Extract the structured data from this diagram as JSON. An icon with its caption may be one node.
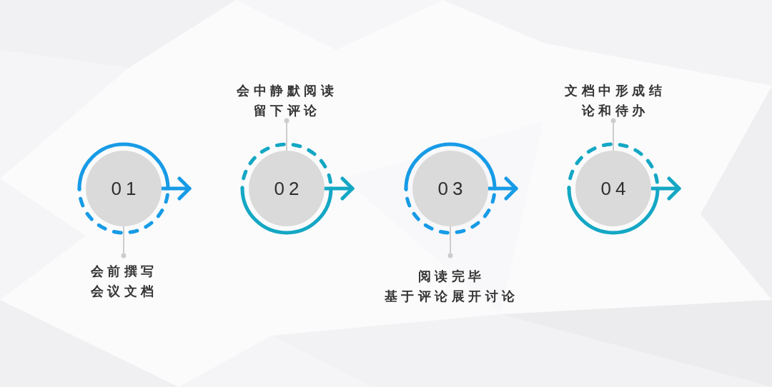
{
  "diagram": {
    "nodes": [
      {
        "text": [
          "01"
        ]
      },
      {
        "text": [
          "会前撰写会议文档"
        ]
      },
      {
        "text": [
          "02"
        ]
      },
      {
        "text": [
          "会中静默阅读",
          "留下评论"
        ]
      },
      {
        "text": [
          "03"
        ]
      },
      {
        "text": [
          "阅读完毕",
          "基于评论展开讨论"
        ]
      },
      {
        "text": [
          "04"
        ]
      },
      {
        "text": [
          "文档中形成结论和待办"
        ]
      }
    ],
    "edges": [
      {
        "from": 0,
        "to": null,
        "arrow": "to",
        "style": "thick",
        "color": "#179be6"
      },
      {
        "from": 1,
        "to": 0,
        "arrow": "other"
      },
      {
        "from": 2,
        "to": null,
        "arrow": "to",
        "style": "thick",
        "color": "#14a7c4"
      },
      {
        "from": 3,
        "to": 2,
        "arrow": "other"
      },
      {
        "from": 4,
        "to": null,
        "arrow": "to",
        "style": "thick",
        "color": "#179be6"
      },
      {
        "from": 5,
        "to": 4,
        "arrow": "other"
      },
      {
        "from": 6,
        "to": null,
        "arrow": "to",
        "style": "thick",
        "color": "#14a7c4"
      },
      {
        "from": 7,
        "to": 6,
        "arrow": "other"
      }
    ]
  }
}
